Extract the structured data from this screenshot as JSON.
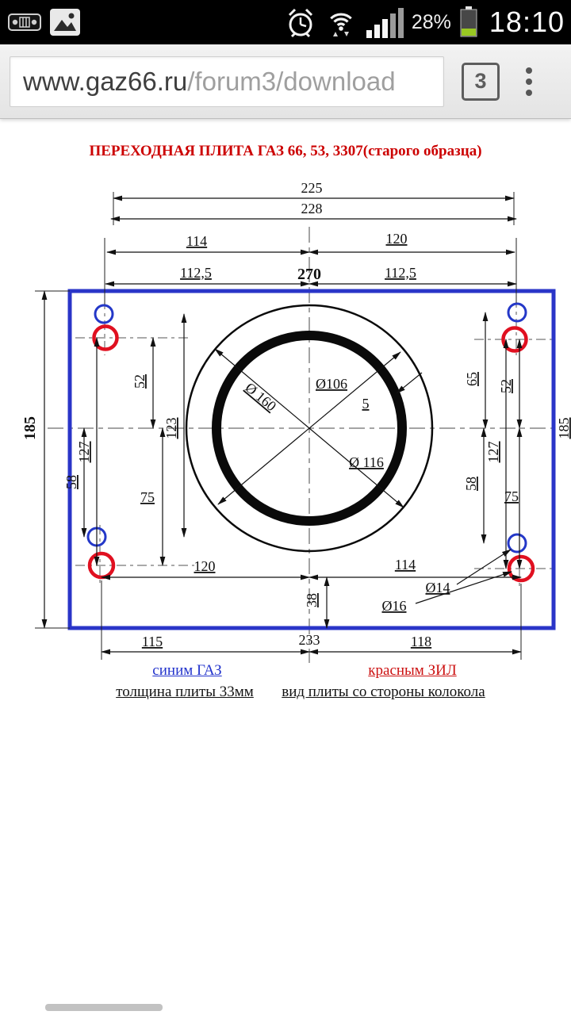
{
  "status_bar": {
    "time": "18:10",
    "battery_percent": "28%",
    "icons": [
      "truck-notification-icon",
      "gallery-notification-icon",
      "alarm-clock-icon",
      "wifi-data-icon",
      "signal-strength-icon",
      "battery-icon"
    ]
  },
  "address_bar": {
    "url_host": "www.gaz66.ru",
    "url_path": "/forum3/download",
    "tab_count": "3"
  },
  "drawing": {
    "title": "ПЕРЕХОДНАЯ ПЛИТА ГАЗ 66, 53, 3307(старого образца)",
    "dims": {
      "w225": "225",
      "w228": "228",
      "w114": "114",
      "w120": "120",
      "w112_5_l": "112,5",
      "w270": "270",
      "w112_5_r": "112,5",
      "h185": "185",
      "redge": "185",
      "l52": "52",
      "l123": "123",
      "l127": "127",
      "l58": "58",
      "l75": "75",
      "r65": "65",
      "r52": "52",
      "r127": "127",
      "r58": "58",
      "r75": "75",
      "d160": "Ø 160",
      "d106": "Ø106",
      "t5": "5",
      "d116": "Ø 116",
      "b120": "120",
      "b114": "114",
      "b38": "38",
      "d14": "Ø14",
      "d16": "Ø16",
      "b115": "115",
      "b233": "233",
      "b118": "118"
    },
    "legend": {
      "blue_label": "синим ГАЗ",
      "red_label": "красным ЗИЛ",
      "thickness": "толщина плиты 33мм",
      "view": "вид плиты со стороны колокола"
    },
    "colors": {
      "plate_outline": "#2a35c8",
      "hole_red": "#e01020",
      "hole_blue": "#2438c8",
      "title": "#cc0000"
    }
  }
}
